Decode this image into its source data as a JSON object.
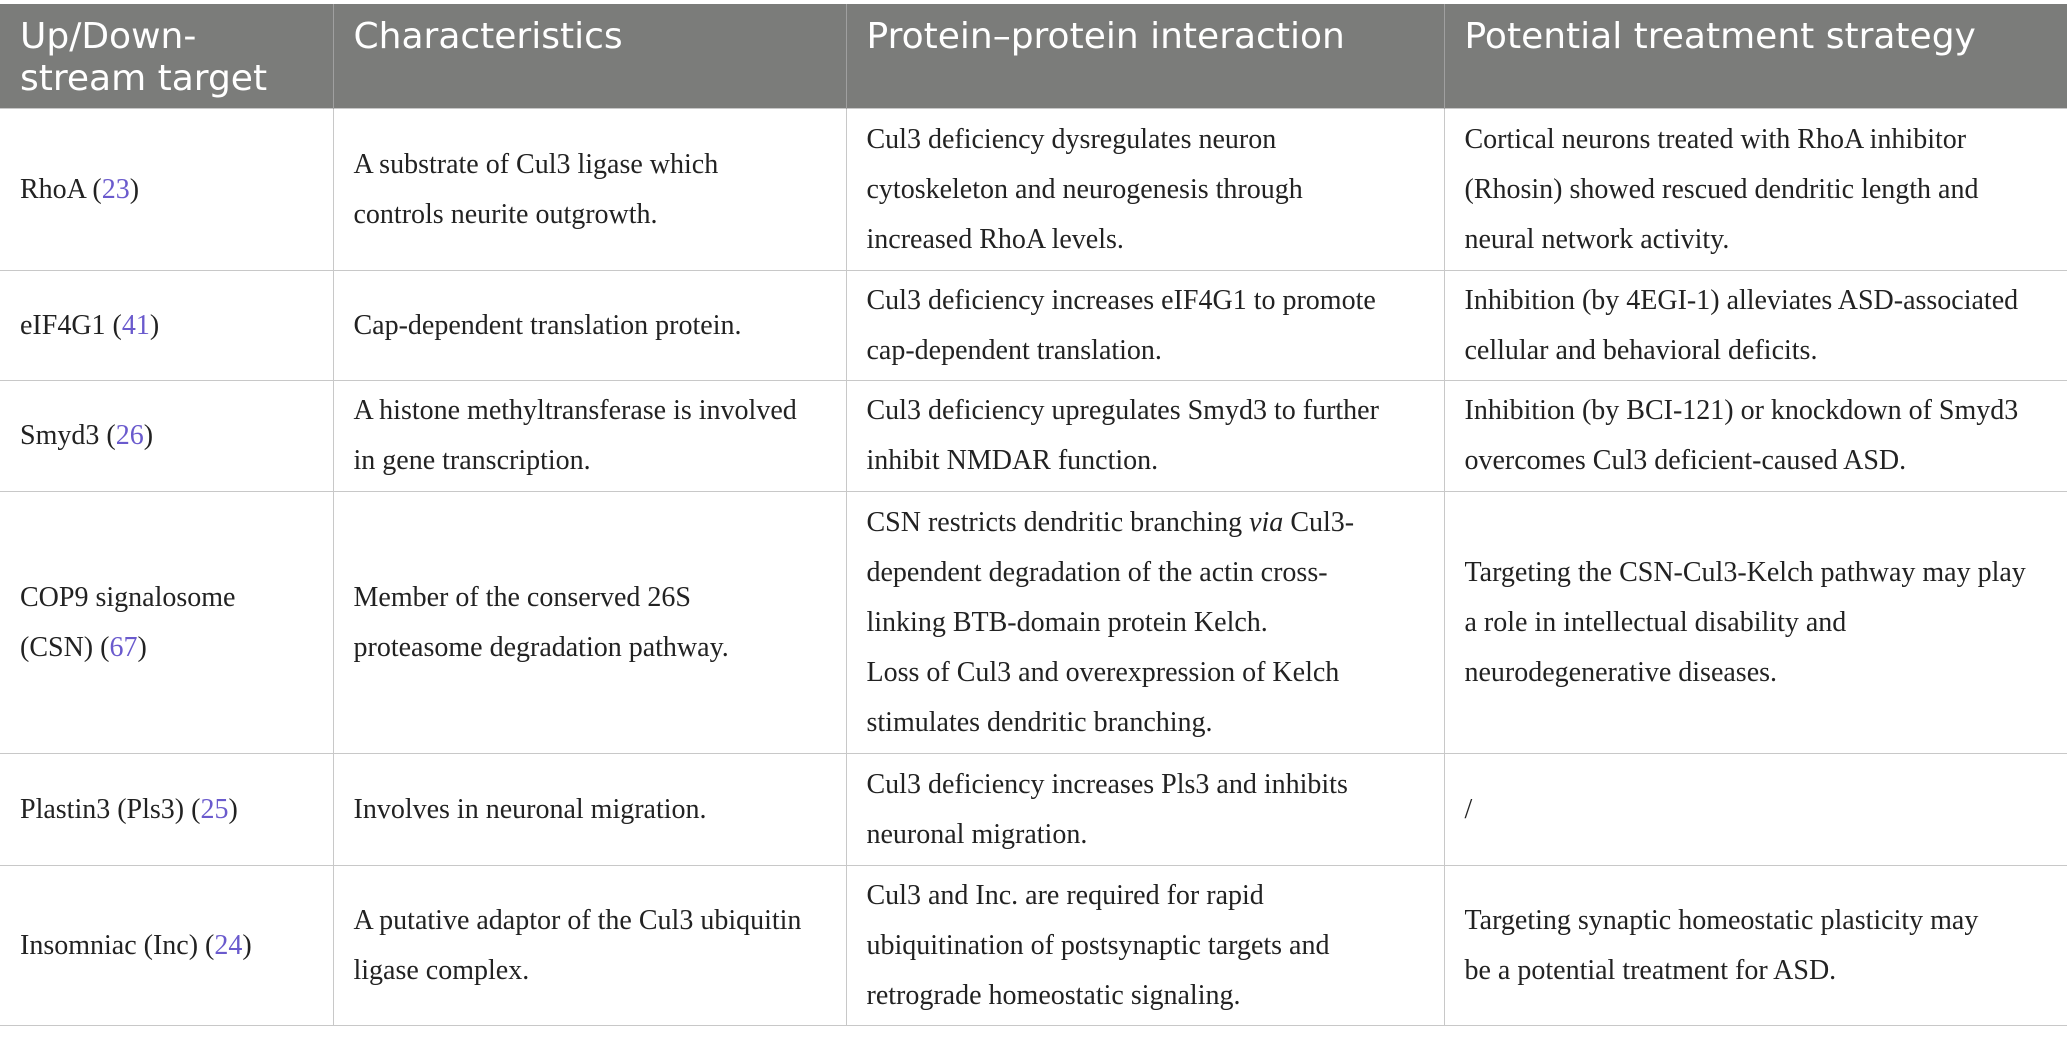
{
  "table": {
    "headers": [
      {
        "line1": "Up/Down-",
        "line2": "stream target"
      },
      {
        "line1": "Characteristics",
        "line2": ""
      },
      {
        "line1": "Protein–protein interaction",
        "line2": ""
      },
      {
        "line1": "Potential treatment strategy",
        "line2": ""
      }
    ],
    "rows": [
      {
        "target": [
          "RhoA ("
        ],
        "target_name": "RhoA",
        "ref": "23",
        "characteristics": [
          "A substrate of Cul3 ligase which",
          "controls neurite outgrowth."
        ],
        "interaction": [
          "Cul3 deficiency dysregulates neuron",
          "cytoskeleton and neurogenesis through",
          "increased RhoA levels."
        ],
        "treatment": [
          "Cortical neurons treated with RhoA inhibitor",
          "(Rhosin) showed rescued dendritic length and",
          "neural network activity."
        ]
      },
      {
        "target_name": "eIF4G1",
        "ref": "41",
        "characteristics": [
          "Cap-dependent translation protein."
        ],
        "interaction": [
          "Cul3 deficiency increases eIF4G1 to promote",
          "cap-dependent translation."
        ],
        "treatment": [
          "Inhibition (by 4EGI-1) alleviates ASD-associated",
          "cellular and behavioral deficits."
        ]
      },
      {
        "target_name": "Smyd3",
        "ref": "26",
        "characteristics": [
          "A histone methyltransferase is involved",
          "in gene transcription."
        ],
        "interaction": [
          "Cul3 deficiency upregulates Smyd3 to further",
          "inhibit NMDAR function."
        ],
        "treatment": [
          "Inhibition (by BCI-121) or knockdown of Smyd3",
          "overcomes Cul3 deficient-caused ASD."
        ]
      },
      {
        "target_line1": "COP9 signalosome",
        "target_name": "(CSN)",
        "ref": "67",
        "characteristics": [
          "Member of the conserved 26S",
          "proteasome degradation pathway."
        ],
        "interaction_l1_pre": "CSN restricts dendritic branching ",
        "interaction_l1_em": "via",
        "interaction_l1_post": " Cul3-",
        "interaction": [
          "dependent degradation of the actin cross-",
          "linking BTB-domain protein Kelch.",
          "Loss of Cul3 and overexpression of Kelch",
          "stimulates dendritic branching."
        ],
        "treatment": [
          "Targeting the CSN-Cul3-Kelch pathway may play",
          "a role in intellectual disability and",
          "neurodegenerative diseases."
        ]
      },
      {
        "target_name": "Plastin3 (Pls3)",
        "ref": "25",
        "characteristics": [
          "Involves in neuronal migration."
        ],
        "interaction": [
          "Cul3 deficiency increases Pls3 and inhibits",
          "neuronal migration."
        ],
        "treatment": [
          "/"
        ]
      },
      {
        "target_name": "Insomniac (Inc)",
        "ref": "24",
        "characteristics": [
          "A putative adaptor of the Cul3 ubiquitin",
          "ligase complex."
        ],
        "interaction": [
          "Cul3 and Inc. are required for rapid",
          "ubiquitination of postsynaptic targets and",
          "retrograde homeostatic signaling."
        ],
        "treatment": [
          "Targeting synaptic homeostatic plasticity may",
          "be a potential treatment for ASD."
        ]
      }
    ]
  }
}
